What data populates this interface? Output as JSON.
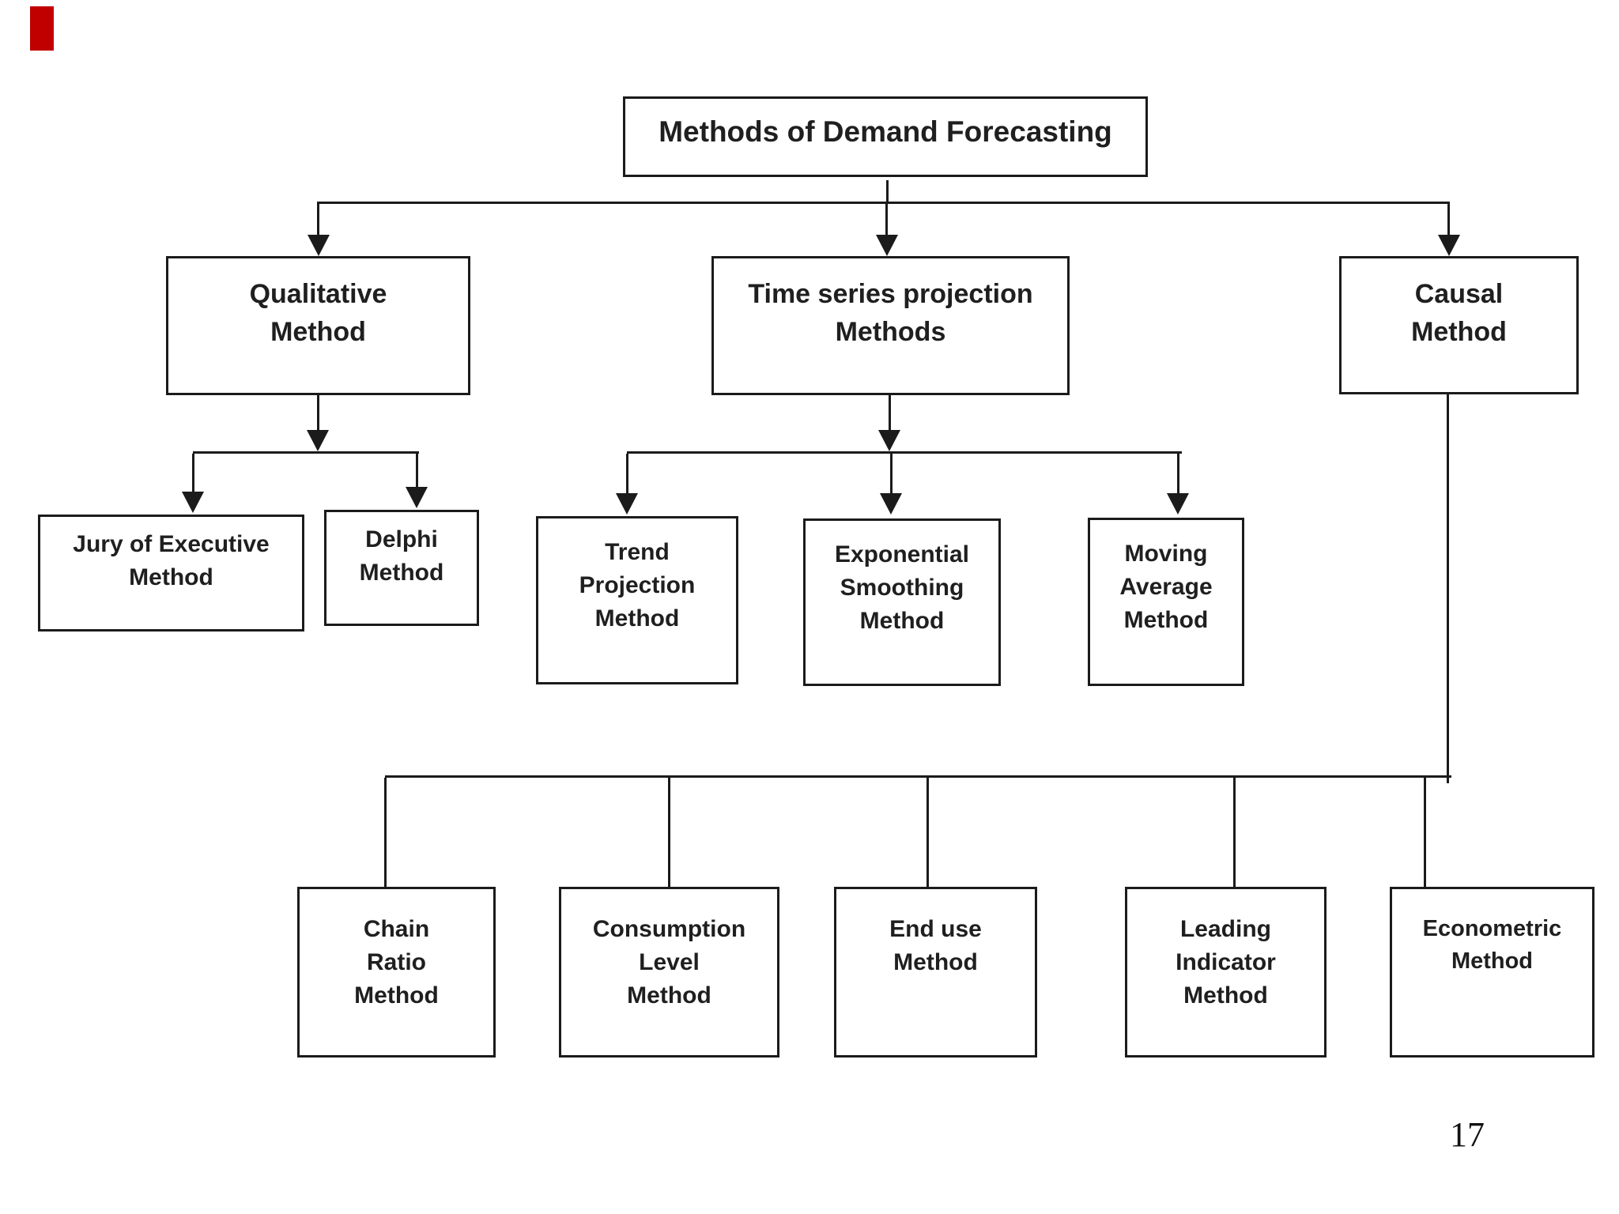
{
  "page": {
    "number": "17",
    "background_color": "#ffffff",
    "accent_bar_color": "#c00000",
    "line_color": "#1b1b1b"
  },
  "diagram": {
    "root": {
      "label": "Methods of Demand Forecasting"
    },
    "branches": {
      "qualitative": {
        "label": [
          "Qualitative",
          "Method"
        ]
      },
      "timeseries": {
        "label": [
          "Time series projection",
          "Methods"
        ]
      },
      "causal": {
        "label": [
          "Causal",
          "Method"
        ]
      }
    },
    "qualitative_children": {
      "jury": {
        "label": [
          "Jury of Executive",
          "Method"
        ]
      },
      "delphi": {
        "label": [
          "Delphi",
          "Method"
        ]
      }
    },
    "timeseries_children": {
      "trend": {
        "label": [
          "Trend",
          "Projection",
          "Method"
        ]
      },
      "exponential": {
        "label": [
          "Exponential",
          "Smoothing",
          "Method"
        ]
      },
      "moving": {
        "label": [
          "Moving",
          "Average",
          "Method"
        ]
      }
    },
    "causal_children": {
      "chain": {
        "label": [
          "Chain",
          "Ratio",
          "Method"
        ]
      },
      "consumption": {
        "label": [
          "Consumption",
          "Level",
          "Method"
        ]
      },
      "enduse": {
        "label": [
          "End use",
          "Method"
        ]
      },
      "leading": {
        "label": [
          "Leading",
          "Indicator",
          "Method"
        ]
      },
      "econometric": {
        "label": [
          "Econometric",
          "Method"
        ]
      }
    }
  }
}
